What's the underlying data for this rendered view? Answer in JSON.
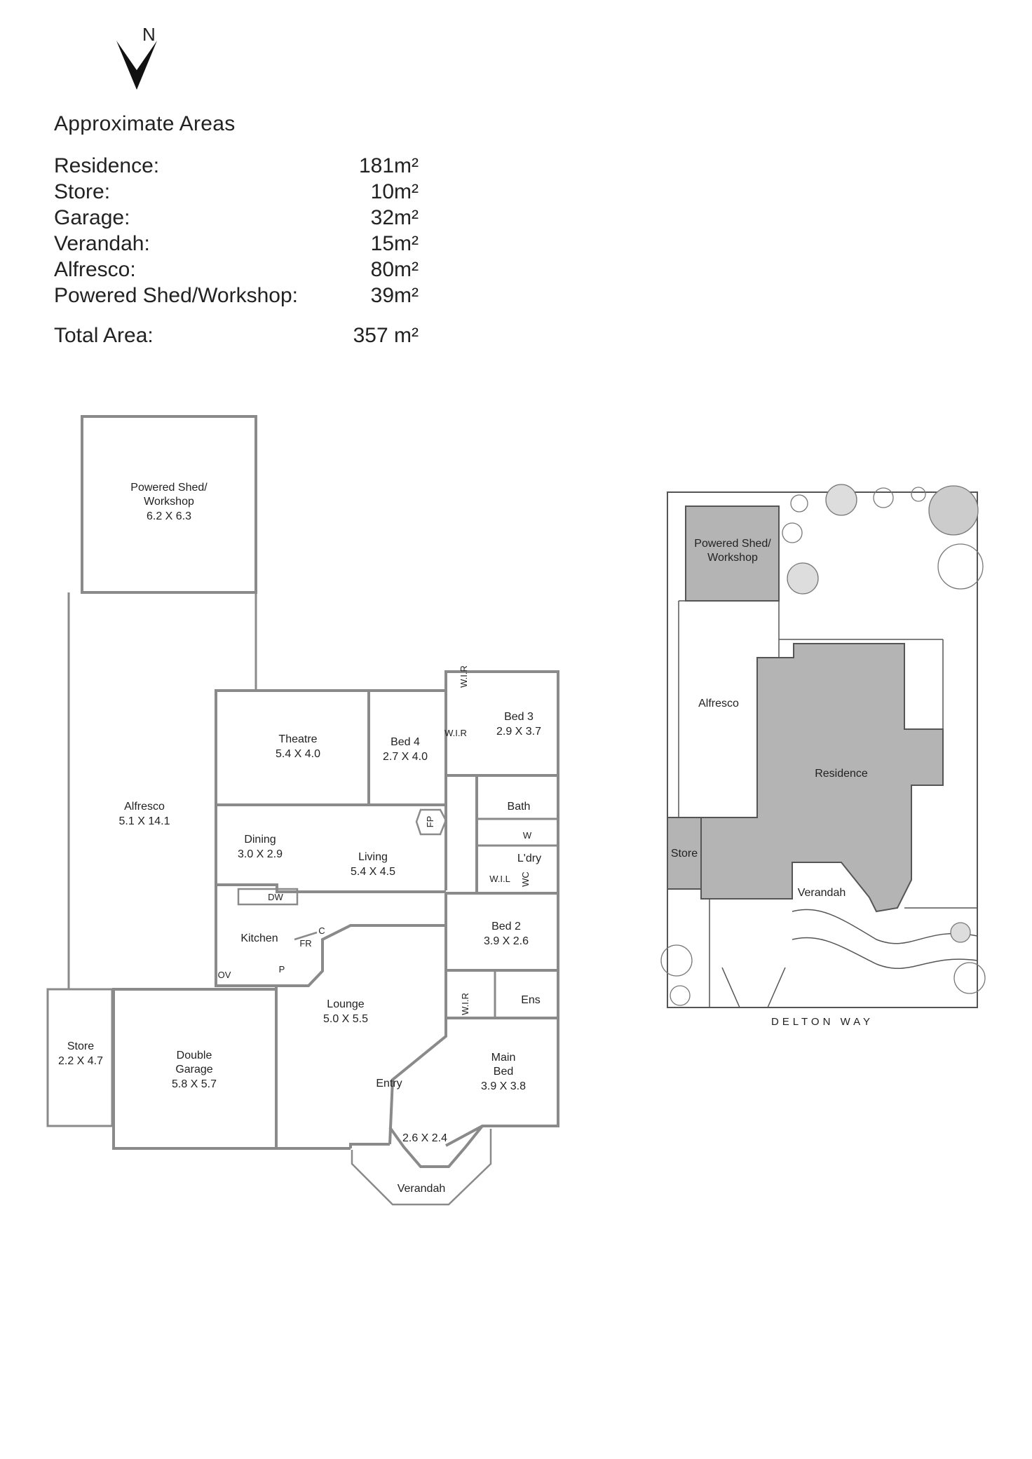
{
  "compass": {
    "label": "N"
  },
  "areas": {
    "title": "Approximate Areas",
    "rows": [
      {
        "label": "Residence:",
        "value": "181m²"
      },
      {
        "label": "Store:",
        "value": "10m²"
      },
      {
        "label": "Garage:",
        "value": "32m²"
      },
      {
        "label": "Verandah:",
        "value": "15m²"
      },
      {
        "label": "Alfresco:",
        "value": "80m²"
      },
      {
        "label": "Powered Shed/Workshop:",
        "value": "39m²"
      }
    ],
    "total": {
      "label": "Total Area:",
      "value": "357 m²"
    }
  },
  "floorplan": {
    "shed": {
      "name1": "Powered Shed/",
      "name2": "Workshop",
      "dims": "6.2 X 6.3"
    },
    "alfresco": {
      "name": "Alfresco",
      "dims": "5.1 X 14.1"
    },
    "store": {
      "name": "Store",
      "dims": "2.2 X 4.7"
    },
    "garage": {
      "name1": "Double",
      "name2": "Garage",
      "dims": "5.8 X 5.7"
    },
    "theatre": {
      "name": "Theatre",
      "dims": "5.4 X 4.0"
    },
    "bed4": {
      "name": "Bed 4",
      "dims": "2.7 X 4.0"
    },
    "bed3": {
      "name": "Bed 3",
      "dims": "2.9 X 3.7"
    },
    "dining": {
      "name": "Dining",
      "dims": "3.0 X 2.9"
    },
    "living": {
      "name": "Living",
      "dims": "5.4 X 4.5"
    },
    "kitchen": {
      "name": "Kitchen"
    },
    "lounge": {
      "name": "Lounge",
      "dims": "5.0 X 5.5"
    },
    "entry": {
      "name": "Entry"
    },
    "bed2": {
      "name": "Bed 2",
      "dims": "3.9 X 2.6"
    },
    "main_bed": {
      "name1": "Main",
      "name2": "Bed",
      "dims": "3.9 X 3.8"
    },
    "bay": {
      "dims": "2.6 X 2.4"
    },
    "verandah": {
      "name": "Verandah"
    },
    "bath": {
      "name": "Bath"
    },
    "laundry": {
      "name": "L'dry"
    },
    "ensuite": {
      "name": "Ens"
    },
    "labels": {
      "wir": "W.I.R",
      "wil": "W.I.L",
      "wc": "WC",
      "w": "W",
      "fp": "FP",
      "fr": "FR",
      "c": "C",
      "p": "P",
      "dw": "DW",
      "ov": "OV"
    }
  },
  "siteplan": {
    "shed1": "Powered Shed/",
    "shed2": "Workshop",
    "alfresco": "Alfresco",
    "residence": "Residence",
    "store": "Store",
    "verandah": "Verandah",
    "street": "DELTON WAY"
  },
  "colors": {
    "wall": "#8a8a8a",
    "building_fill": "#b4b4b4",
    "site_line": "#555555"
  }
}
